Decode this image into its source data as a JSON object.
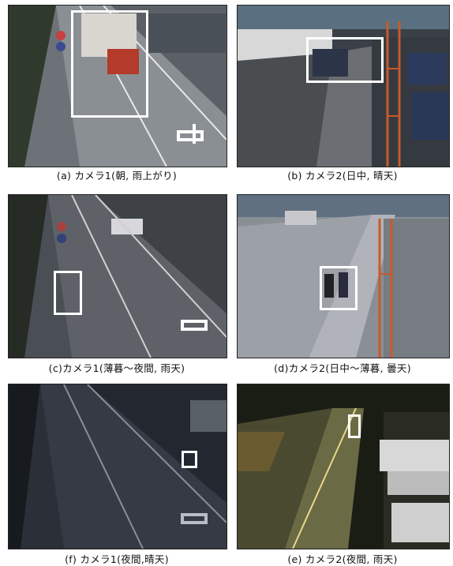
{
  "panels": [
    {
      "id": "a",
      "caption": "(a) カメラ1(朝, 雨上がり)"
    },
    {
      "id": "b",
      "caption": "(b) カメラ2(日中, 晴天)"
    },
    {
      "id": "c",
      "caption": "(c)カメラ1(薄暮～夜間, 雨天)"
    },
    {
      "id": "d",
      "caption": "(d)カメラ2(日中～薄暮, 曇天)"
    },
    {
      "id": "f",
      "caption": "(f) カメラ1(夜間,晴天)"
    },
    {
      "id": "e",
      "caption": "(e) カメラ2(夜間, 雨天)"
    }
  ]
}
